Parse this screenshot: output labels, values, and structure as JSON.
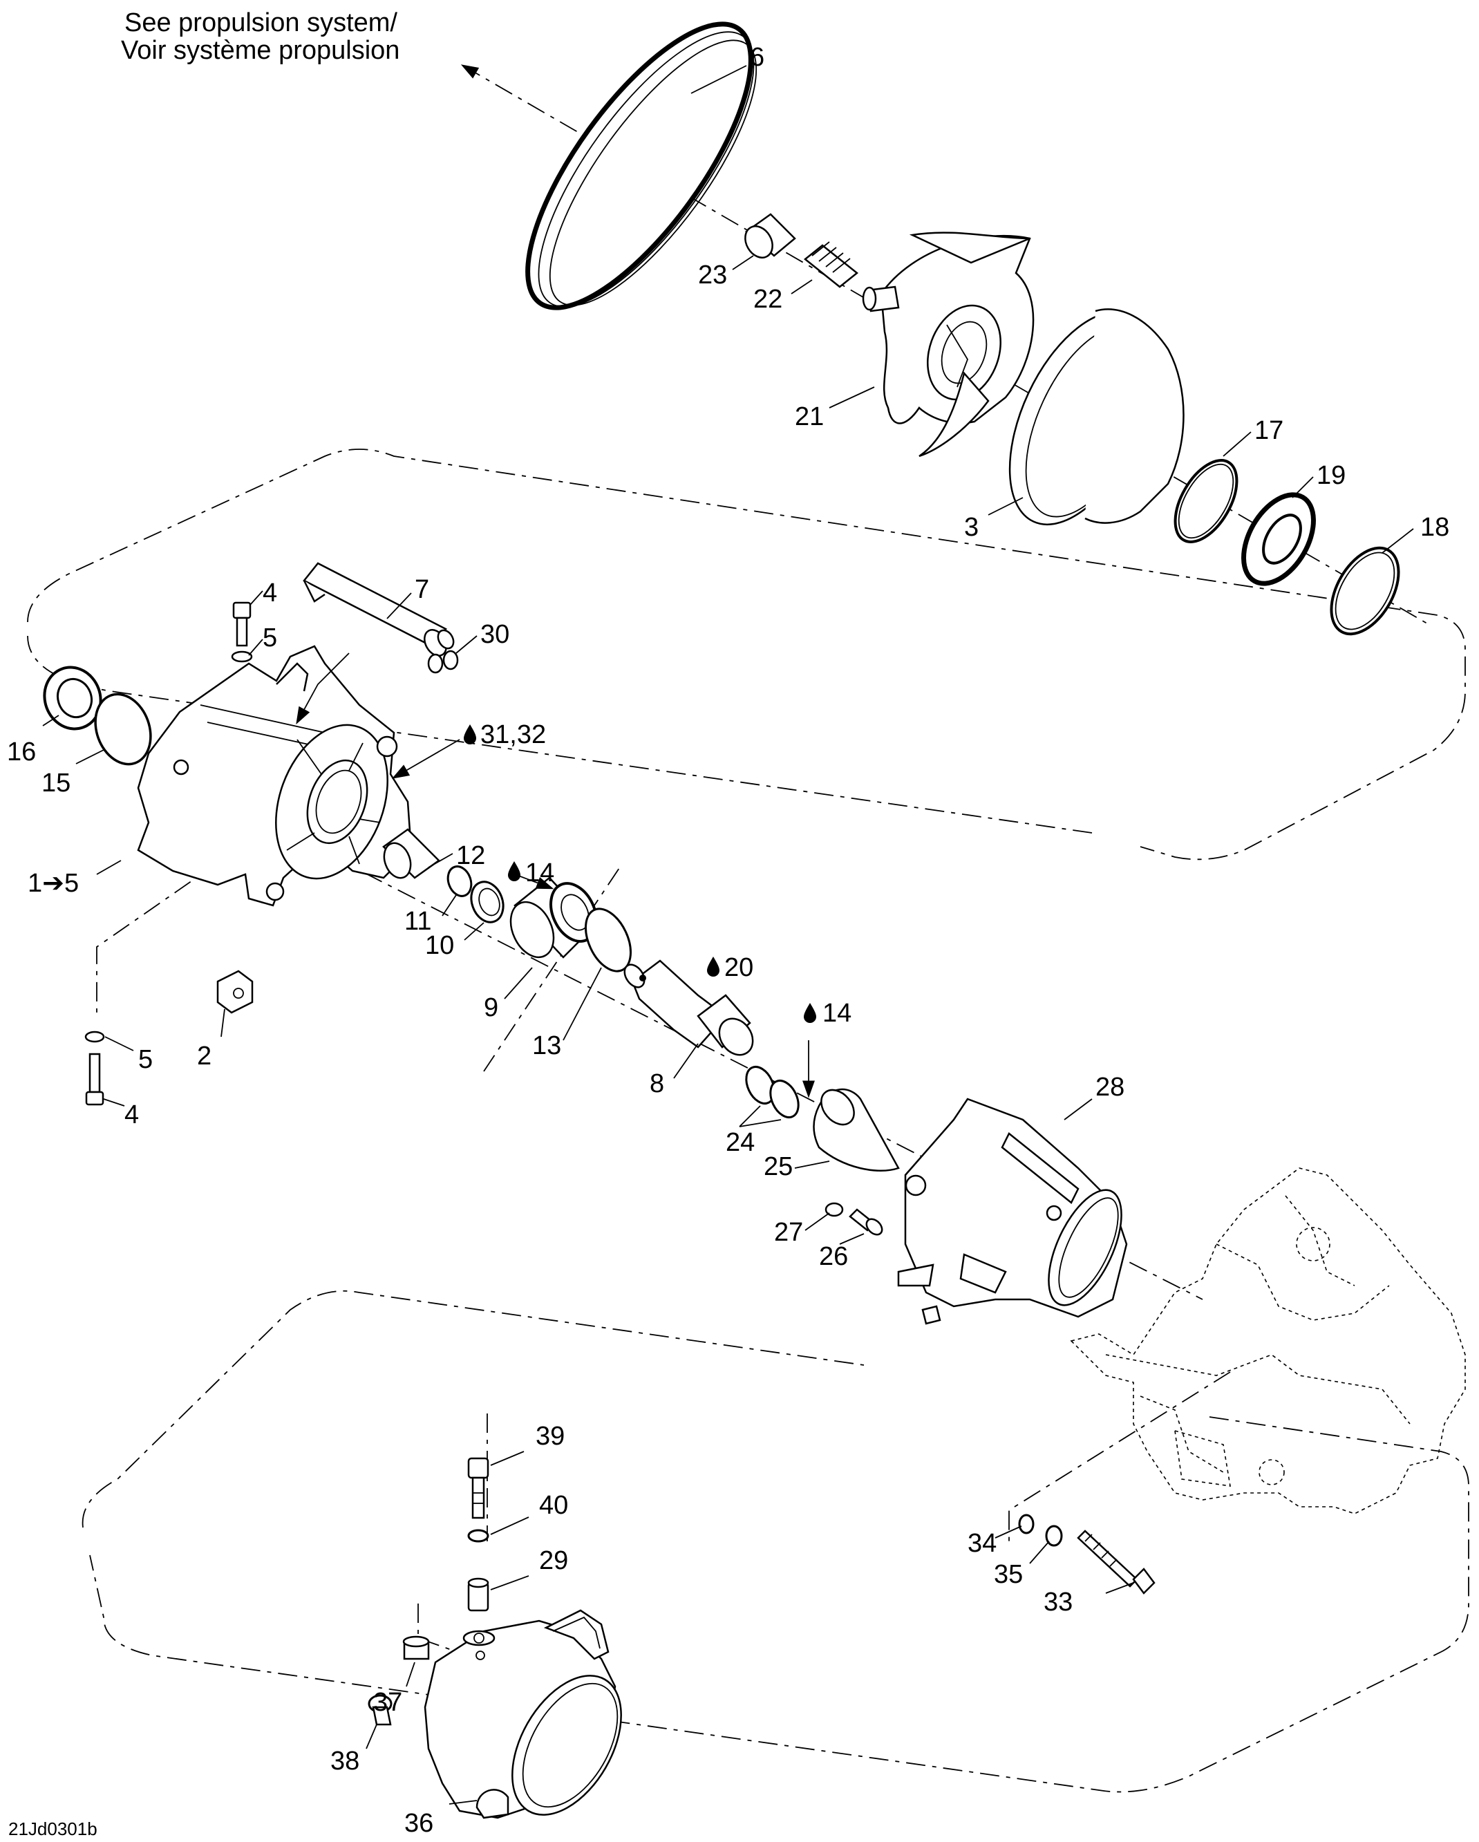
{
  "header": {
    "ref_line1": "See propulsion system/",
    "ref_line2": "Voir système propulsion"
  },
  "footer": {
    "code": "21Jd0301b"
  },
  "callouts": {
    "c1": "1➔5",
    "c2": "2",
    "c3": "3",
    "c4a": "4",
    "c4b": "4",
    "c5a": "5",
    "c5b": "5",
    "c6": "6",
    "c7": "7",
    "c8": "8",
    "c9": "9",
    "c10": "10",
    "c11": "11",
    "c12": "12",
    "c13": "13",
    "c14a": "14",
    "c14b": "14",
    "c15": "15",
    "c16": "16",
    "c17": "17",
    "c18": "18",
    "c19": "19",
    "c20": "20",
    "c21": "21",
    "c22": "22",
    "c23": "23",
    "c24": "24",
    "c25": "25",
    "c26": "26",
    "c27": "27",
    "c28": "28",
    "c29": "29",
    "c30": "30",
    "c3132": "31,32",
    "c33": "33",
    "c34": "34",
    "c35": "35",
    "c36": "36",
    "c37": "37",
    "c38": "38",
    "c39": "39",
    "c40": "40"
  },
  "icons": {
    "lubricant": "oil-drop-icon"
  }
}
